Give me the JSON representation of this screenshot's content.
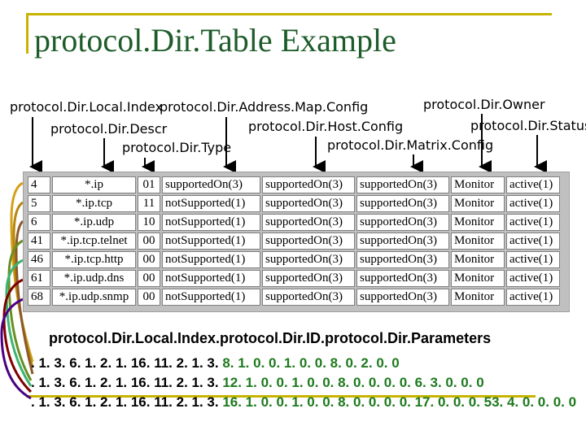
{
  "title": "protocol.Dir.Table Example",
  "column_labels": {
    "local_index": "protocol.Dir.Local.Index",
    "descr": "protocol.Dir.Descr",
    "type": "protocol.Dir.Type",
    "address_map_config": "protocol.Dir.Address.Map.Config",
    "host_config": "protocol.Dir.Host.Config",
    "matrix_config": "protocol.Dir.Matrix.Config",
    "owner": "protocol.Dir.Owner",
    "status": "protocol.Dir.Status"
  },
  "table": {
    "rows": [
      [
        "4",
        "*.ip",
        "01",
        "supportedOn(3)",
        "supportedOn(3)",
        "supportedOn(3)",
        "Monitor",
        "active(1)"
      ],
      [
        "5",
        "*.ip.tcp",
        "11",
        "notSupported(1)",
        "supportedOn(3)",
        "supportedOn(3)",
        "Monitor",
        "active(1)"
      ],
      [
        "6",
        "*.ip.udp",
        "10",
        "notSupported(1)",
        "supportedOn(3)",
        "supportedOn(3)",
        "Monitor",
        "active(1)"
      ],
      [
        "41",
        "*.ip.tcp.telnet",
        "00",
        "notSupported(1)",
        "supportedOn(3)",
        "supportedOn(3)",
        "Monitor",
        "active(1)"
      ],
      [
        "46",
        "*.ip.tcp.http",
        "00",
        "notSupported(1)",
        "supportedOn(3)",
        "supportedOn(3)",
        "Monitor",
        "active(1)"
      ],
      [
        "61",
        "*.ip.udp.dns",
        "00",
        "notSupported(1)",
        "supportedOn(3)",
        "supportedOn(3)",
        "Monitor",
        "active(1)"
      ],
      [
        "68",
        "*.ip.udp.snmp",
        "00",
        "notSupported(1)",
        "supportedOn(3)",
        "supportedOn(3)",
        "Monitor",
        "active(1)"
      ]
    ]
  },
  "oid": {
    "header": "protocol.Dir.Local.Index.protocol.Dir.ID.protocol.Dir.Parameters",
    "lines": [
      {
        "prefix": ". 1. 3. 6. 1. 2. 1. 16. 11. 2. 1. 3. ",
        "suffix": "8. 1. 0. 0. 1. 0. 0. 8. 0. 2. 0. 0"
      },
      {
        "prefix": ". 1. 3. 6. 1. 2. 1. 16. 11. 2. 1. 3. ",
        "suffix": "12. 1. 0. 0. 1. 0. 0. 8. 0. 0. 0. 0. 6. 3. 0. 0. 0"
      },
      {
        "prefix": ". 1. 3. 6. 1. 2. 1. 16. 11. 2. 1. 3. ",
        "suffix": "16. 1. 0. 0. 1. 0. 0. 8. 0. 0. 0. 0. 17. 0. 0. 0. 53. 4. 0. 0. 0. 0"
      }
    ]
  },
  "colors": {
    "title": "#1e5c2a",
    "frame": "#c8b400",
    "oid_suffix": "#1e7a1e",
    "bracket_colors": [
      "#d4a017",
      "#b8860b",
      "#8b5a2b",
      "#6b8e23",
      "#3cb371",
      "#800000",
      "#4b0082"
    ]
  }
}
